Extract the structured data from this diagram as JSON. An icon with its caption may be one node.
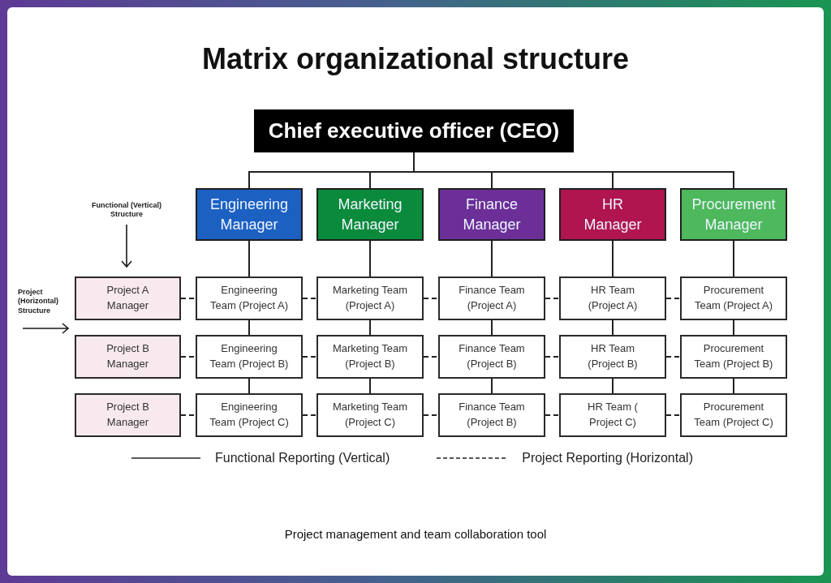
{
  "diagram": {
    "title": "Matrix organizational structure",
    "nodes": [
      {
        "text": [
          "Chief executive officer (CEO)"
        ]
      },
      {
        "text": [
          "Engineering Manager"
        ]
      },
      {
        "text": [
          "Marketing Manager"
        ]
      },
      {
        "text": [
          "Finance Manager"
        ]
      },
      {
        "text": [
          "HR Manager"
        ]
      },
      {
        "text": [
          "Procurement Manager"
        ]
      },
      {
        "text": [
          "Project A Manager"
        ]
      },
      {
        "text": [
          "Engineering Team (Project A)"
        ]
      },
      {
        "text": [
          "Marketing Team (Project A)"
        ]
      },
      {
        "text": [
          "Finance Team (Project A)"
        ]
      },
      {
        "text": [
          "HR Team (Project A)"
        ]
      },
      {
        "text": [
          "Procurement Team (Project A)"
        ]
      },
      {
        "text": [
          "Project B Manager"
        ]
      },
      {
        "text": [
          "Engineering Team (Project B)"
        ]
      },
      {
        "text": [
          "Marketing Team (Project B)"
        ]
      },
      {
        "text": [
          "Finance Team (Project B)"
        ]
      },
      {
        "text": [
          "HR Team (Project B)"
        ]
      },
      {
        "text": [
          "Procurement Team (Project B)"
        ]
      },
      {
        "text": [
          "Project B Manager"
        ]
      },
      {
        "text": [
          "Engineering Team (Project C)"
        ]
      },
      {
        "text": [
          "Marketing Team (Project C)"
        ]
      },
      {
        "text": [
          "Finance Team (Project B)"
        ]
      },
      {
        "text": [
          "HR Team ( Project C)"
        ]
      },
      {
        "text": [
          "Procurement Team (Project C)"
        ]
      }
    ],
    "edges": [
      {
        "from": 0,
        "to": 1,
        "arrow": "none"
      },
      {
        "from": 0,
        "to": 2,
        "arrow": "none"
      },
      {
        "from": 0,
        "to": 3,
        "arrow": "none"
      },
      {
        "from": 0,
        "to": 4,
        "arrow": "none"
      },
      {
        "from": 0,
        "to": 5,
        "arrow": "none"
      },
      {
        "from": 1,
        "to": 7,
        "arrow": "none"
      },
      {
        "from": 7,
        "to": 13,
        "arrow": "none"
      },
      {
        "from": 13,
        "to": 19,
        "arrow": "none"
      },
      {
        "from": 2,
        "to": 8,
        "arrow": "none"
      },
      {
        "from": 8,
        "to": 14,
        "arrow": "none"
      },
      {
        "from": 14,
        "to": 20,
        "arrow": "none"
      },
      {
        "from": 3,
        "to": 9,
        "arrow": "none"
      },
      {
        "from": 9,
        "to": 15,
        "arrow": "none"
      },
      {
        "from": 15,
        "to": 21,
        "arrow": "none"
      },
      {
        "from": 4,
        "to": 10,
        "arrow": "none"
      },
      {
        "from": 10,
        "to": 16,
        "arrow": "none"
      },
      {
        "from": 16,
        "to": 22,
        "arrow": "none"
      },
      {
        "from": 5,
        "to": 11,
        "arrow": "none"
      },
      {
        "from": 11,
        "to": 17,
        "arrow": "none"
      },
      {
        "from": 17,
        "to": 23,
        "arrow": "none"
      },
      {
        "from": 6,
        "to": 7,
        "arrow": "none",
        "style": "dashed"
      },
      {
        "from": 7,
        "to": 8,
        "arrow": "none",
        "style": "dashed"
      },
      {
        "from": 8,
        "to": 9,
        "arrow": "none",
        "style": "dashed"
      },
      {
        "from": 9,
        "to": 10,
        "arrow": "none",
        "style": "dashed"
      },
      {
        "from": 10,
        "to": 11,
        "arrow": "none",
        "style": "dashed"
      },
      {
        "from": 12,
        "to": 13,
        "arrow": "none",
        "style": "dashed"
      },
      {
        "from": 13,
        "to": 14,
        "arrow": "none",
        "style": "dashed"
      },
      {
        "from": 14,
        "to": 15,
        "arrow": "none",
        "style": "dashed"
      },
      {
        "from": 15,
        "to": 16,
        "arrow": "none",
        "style": "dashed"
      },
      {
        "from": 16,
        "to": 17,
        "arrow": "none",
        "style": "dashed"
      },
      {
        "from": 18,
        "to": 19,
        "arrow": "none",
        "style": "dashed"
      },
      {
        "from": 19,
        "to": 20,
        "arrow": "none",
        "style": "dashed"
      },
      {
        "from": 20,
        "to": 21,
        "arrow": "none",
        "style": "dashed"
      },
      {
        "from": 21,
        "to": 22,
        "arrow": "none",
        "style": "dashed"
      },
      {
        "from": 22,
        "to": 23,
        "arrow": "none",
        "style": "dashed"
      }
    ],
    "labels": [
      "Functional (Vertical) Structure",
      "Project (Horizontal) Structure",
      "Project management and team collaboration tool"
    ],
    "legend": [
      {
        "text": "Functional Reporting (Vertical)"
      },
      {
        "text": "Project Reporting (Horizontal)"
      }
    ]
  }
}
